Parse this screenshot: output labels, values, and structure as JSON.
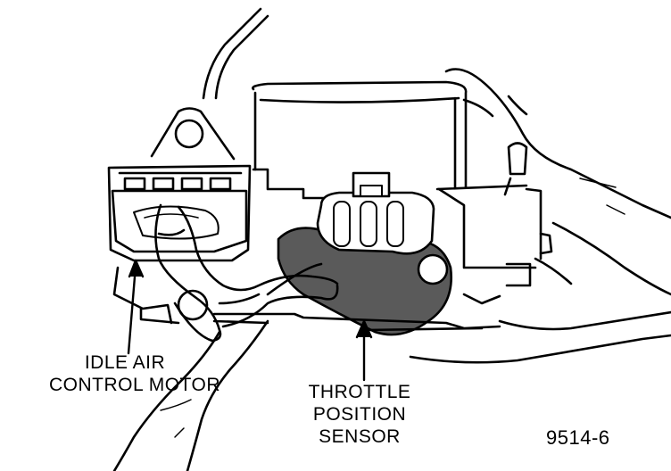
{
  "labels": {
    "idle_air_control_motor": [
      "IDLE AIR",
      "CONTROL MOTOR"
    ],
    "throttle_position_sensor": [
      "THROTTLE",
      "POSITION",
      "SENSOR"
    ],
    "figure_number": "9514-6"
  },
  "colors": {
    "line": "#000000",
    "background": "#ffffff",
    "glove": "#5a5a5a"
  }
}
